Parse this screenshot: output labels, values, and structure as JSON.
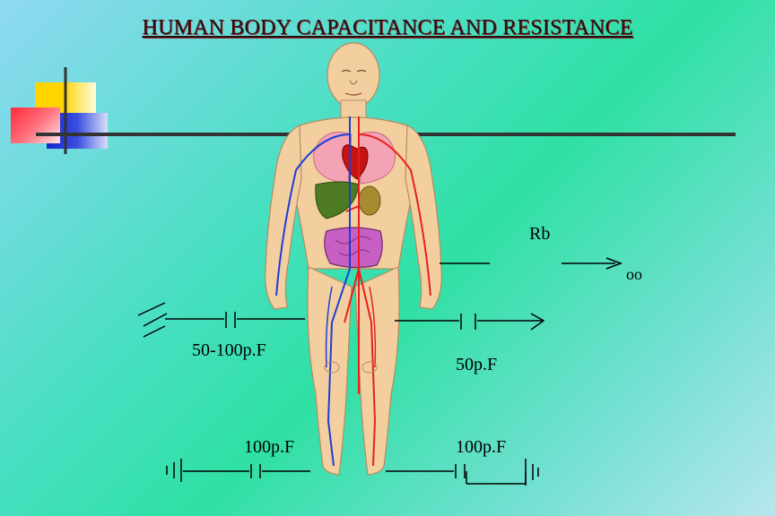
{
  "title": "HUMAN BODY CAPACITANCE AND RESISTANCE",
  "labels": {
    "rb": "Rb",
    "infinity": "oo",
    "cap_left_top": "50-100p.F",
    "cap_right_top": "50p.F",
    "cap_left_bottom": "100p.F",
    "cap_right_bottom": "100p.F"
  },
  "colors": {
    "skin": "#f3cfa0",
    "artery": "#e8201c",
    "vein": "#1a3fd6",
    "lung": "#f4a3b5",
    "liver": "#4d7a23",
    "intestine": "#c85fc4"
  }
}
